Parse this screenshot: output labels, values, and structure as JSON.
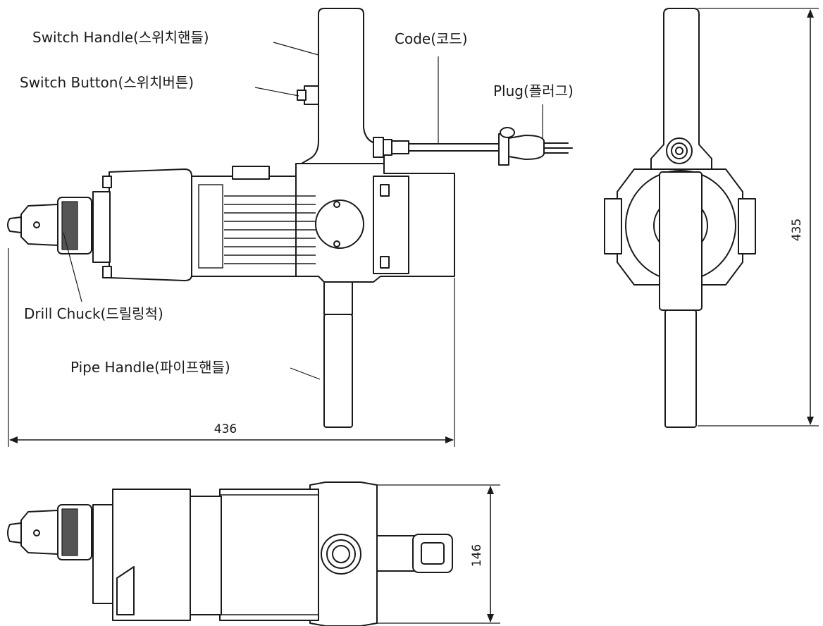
{
  "labels": {
    "switch_handle": "Switch Handle(스위치핸들)",
    "switch_button": "Switch Button(스위치버튼)",
    "code": "Code(코드)",
    "plug": "Plug(플러그)",
    "drill_chuck": "Drill Chuck(드릴링척)",
    "pipe_handle": "Pipe Handle(파이프핸들)"
  },
  "dimensions": {
    "length": "436",
    "height": "435",
    "width": "146"
  }
}
